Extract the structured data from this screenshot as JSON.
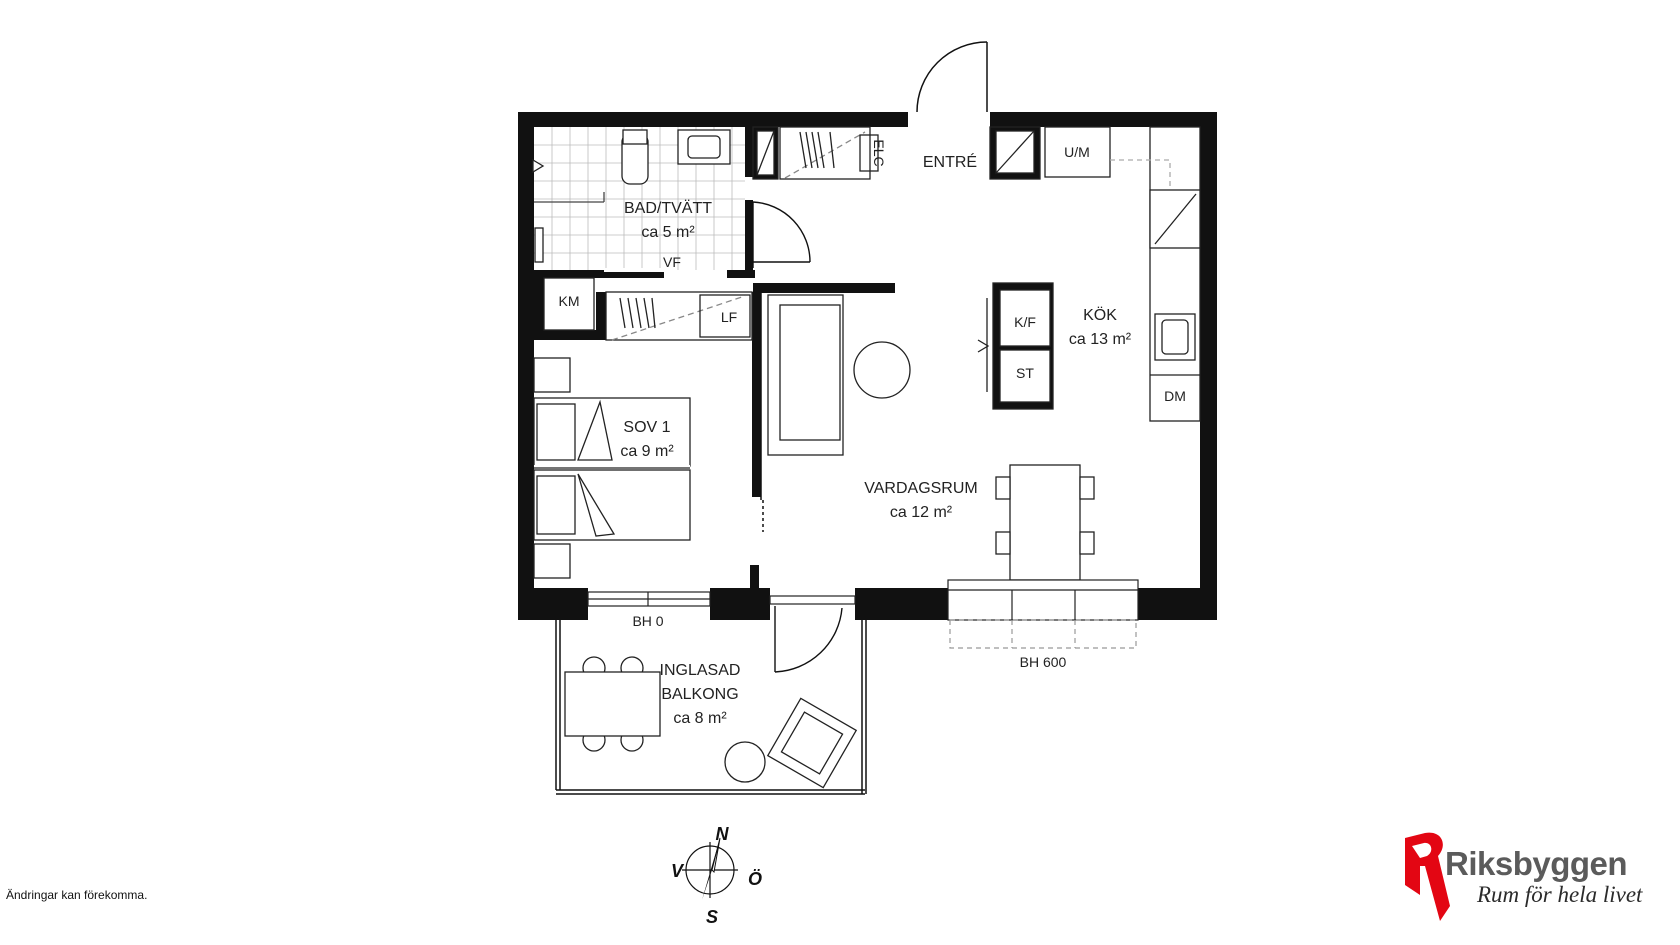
{
  "rooms": {
    "bad_name": "BAD/TVÄTT",
    "bad_area": "ca 5 m²",
    "entre": "ENTRÉ",
    "sov_name": "SOV 1",
    "sov_area": "ca 9 m²",
    "kok_name": "KÖK",
    "kok_area": "ca 13 m²",
    "vardagsrum_name": "VARDAGSRUM",
    "vardagsrum_area": "ca 12 m²",
    "balkong_line1": "INGLASAD",
    "balkong_line2": "BALKONG",
    "balkong_area": "ca 8 m²"
  },
  "fixtures": {
    "elc": "ELC",
    "um": "U/M",
    "vf": "VF",
    "km": "KM",
    "lf": "LF",
    "kf": "K/F",
    "st": "ST",
    "dm": "DM"
  },
  "windows": {
    "bh0": "BH 0",
    "bh600": "BH 600"
  },
  "compass": {
    "n": "N",
    "s": "S",
    "v": "V",
    "o": "Ö"
  },
  "footer": {
    "disclaimer": "Ändringar kan förekomma."
  },
  "brand": {
    "name": "Riksbyggen",
    "tagline": "Rum för hela livet",
    "color": "#e30613"
  }
}
